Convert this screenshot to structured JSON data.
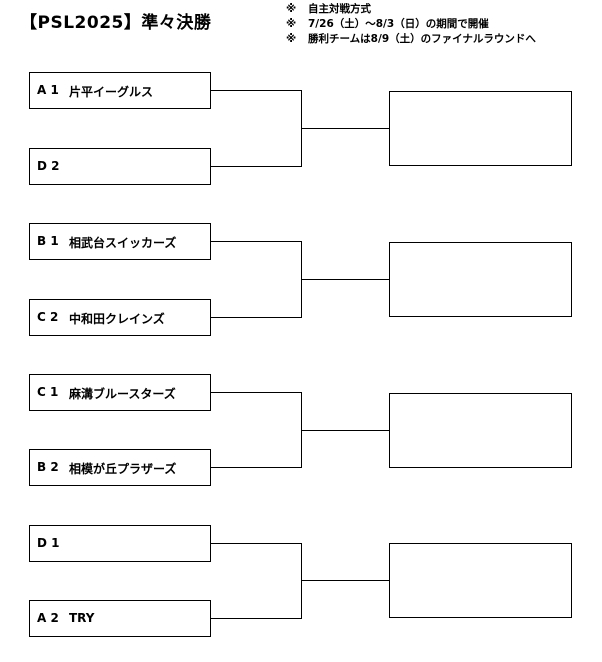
{
  "header": {
    "title": "【PSL2025】準々決勝",
    "notes": [
      {
        "mark": "※",
        "text": "自主対戦方式"
      },
      {
        "mark": "※",
        "text": "7/26（土）～8/3（日）の期間で開催"
      },
      {
        "mark": "※",
        "text": "勝利チームは8/9（土）のファイナルラウンドへ"
      }
    ]
  },
  "matches": [
    {
      "top": {
        "seed": "A 1",
        "name": "片平イーグルス"
      },
      "bottom": {
        "seed": "D 2",
        "name": ""
      },
      "winner": ""
    },
    {
      "top": {
        "seed": "B 1",
        "name": "相武台スイッカーズ"
      },
      "bottom": {
        "seed": "C 2",
        "name": "中和田クレインズ"
      },
      "winner": ""
    },
    {
      "top": {
        "seed": "C 1",
        "name": "麻溝ブルースターズ"
      },
      "bottom": {
        "seed": "B 2",
        "name": "相模が丘プラザーズ"
      },
      "winner": ""
    },
    {
      "top": {
        "seed": "D 1",
        "name": ""
      },
      "bottom": {
        "seed": "A 2",
        "name": "TRY"
      },
      "winner": ""
    }
  ]
}
